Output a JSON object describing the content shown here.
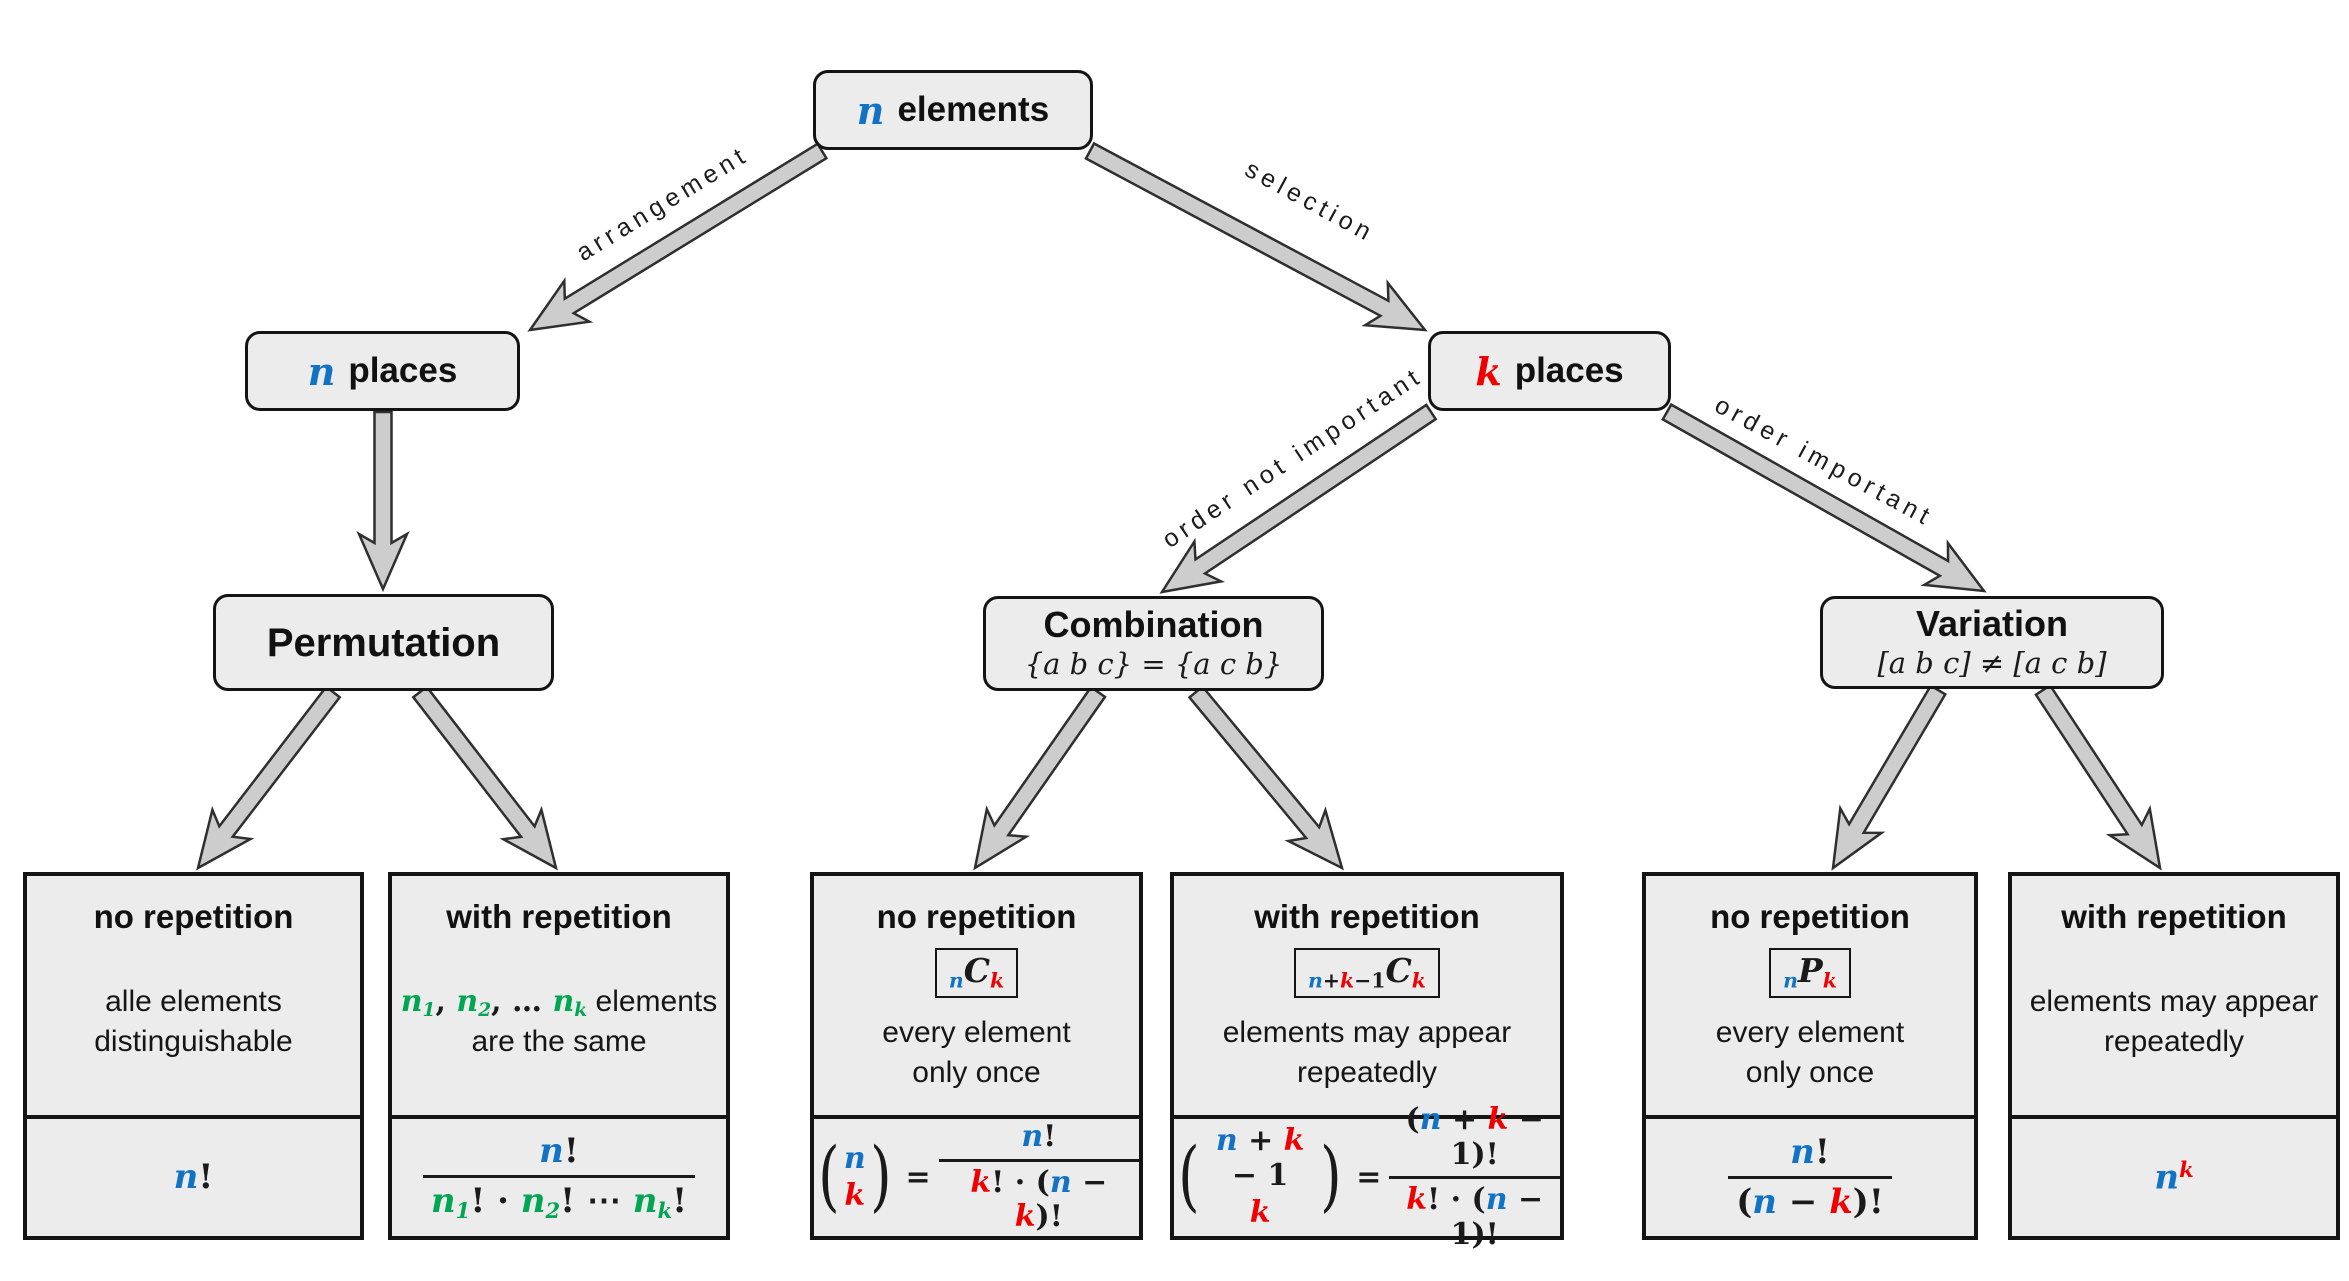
{
  "palette": {
    "blue": "#1273c4",
    "red": "#f00000",
    "green": "#00a651",
    "node_fill": "#ececec",
    "line": "#141414",
    "arrow_fill": "#cdcdcd",
    "arrow_outline": "#2f2f2f"
  },
  "nodes": {
    "root": {
      "var": "n",
      "label": "elements"
    },
    "n_places": {
      "var": "n",
      "label": "places"
    },
    "k_places": {
      "var": "k",
      "label": "places"
    },
    "permutation": {
      "title": "Permutation"
    },
    "combination": {
      "title": "Combination",
      "subtitle": "{a b c} = {a c b}"
    },
    "variation": {
      "title": "Variation",
      "subtitle": "[a b c] ≠ [a c b]"
    }
  },
  "edges": {
    "arrangement": "arrangement",
    "selection": "selection",
    "order_not_important": "order not important",
    "order_important": "order important"
  },
  "boxes": [
    {
      "title": "no repetition",
      "body": [
        "alle elements",
        "distinguishable"
      ],
      "formula_tokens": [
        [
          "n",
          "b"
        ],
        [
          "!",
          "k",
          "u"
        ]
      ]
    },
    {
      "title": "with repetition",
      "body_math": [
        [
          "n",
          "g"
        ],
        [
          "1",
          "g",
          "sub"
        ],
        [
          ", ",
          "k",
          "u"
        ],
        [
          "n",
          "g"
        ],
        [
          "2",
          "g",
          "sub"
        ],
        [
          ", … ",
          "k",
          "u"
        ],
        [
          "n",
          "g"
        ],
        [
          "k",
          "g",
          "sub"
        ]
      ],
      "body_rest": " elements",
      "body_line2": "are the same",
      "frac_num": [
        [
          "n",
          "b"
        ],
        [
          "!",
          "k",
          "u"
        ]
      ],
      "frac_den": [
        [
          "n",
          "g"
        ],
        [
          "1",
          "g",
          "sub"
        ],
        [
          "!",
          "k",
          "u"
        ],
        [
          " · ",
          "k",
          "u"
        ],
        [
          "n",
          "g"
        ],
        [
          "2",
          "g",
          "sub"
        ],
        [
          "!",
          "k",
          "u"
        ],
        [
          " ⋯ ",
          "k",
          "u"
        ],
        [
          "n",
          "g"
        ],
        [
          "k",
          "g",
          "sub"
        ],
        [
          "!",
          "k",
          "u"
        ]
      ]
    },
    {
      "title": "no repetition",
      "badge": [
        [
          "n",
          "b",
          "sub"
        ],
        [
          "C",
          "k"
        ],
        [
          "k",
          "r",
          "sub"
        ]
      ],
      "body": [
        "every element",
        "only once"
      ],
      "binom_top": [
        [
          "n",
          "b"
        ]
      ],
      "binom_bottom": [
        [
          "k",
          "r"
        ]
      ],
      "eq": "=",
      "frac_num": [
        [
          "n",
          "b"
        ],
        [
          "!",
          "k",
          "u"
        ]
      ],
      "frac_den": [
        [
          "k",
          "r"
        ],
        [
          "!",
          "k",
          "u"
        ],
        [
          " · (",
          "k",
          "u"
        ],
        [
          "n",
          "b"
        ],
        [
          " − ",
          "k",
          "u"
        ],
        [
          "k",
          "r"
        ],
        [
          ")!",
          "k",
          "u"
        ]
      ]
    },
    {
      "title": "with repetition",
      "badge": [
        [
          "n",
          "b",
          "sub"
        ],
        [
          "+",
          "k",
          "usub"
        ],
        [
          "k",
          "r",
          "sub"
        ],
        [
          "−1",
          "k",
          "usub"
        ],
        [
          "C",
          "k"
        ],
        [
          "k",
          "r",
          "sub"
        ]
      ],
      "body": [
        "elements may appear",
        "repeatedly"
      ],
      "binom_top": [
        [
          "n",
          "b"
        ],
        [
          " + ",
          "k",
          "u"
        ],
        [
          "k",
          "r"
        ],
        [
          " − 1",
          "k",
          "u"
        ]
      ],
      "binom_bottom": [
        [
          "k",
          "r"
        ]
      ],
      "eq": "=",
      "frac_num": [
        [
          "(",
          "k",
          "u"
        ],
        [
          "n",
          "b"
        ],
        [
          " + ",
          "k",
          "u"
        ],
        [
          "k",
          "r"
        ],
        [
          " − 1",
          "k",
          "u"
        ],
        [
          ")!",
          "k",
          "u"
        ]
      ],
      "frac_den": [
        [
          "k",
          "r"
        ],
        [
          "!",
          "k",
          "u"
        ],
        [
          " · (",
          "k",
          "u"
        ],
        [
          "n",
          "b"
        ],
        [
          " − 1",
          "k",
          "u"
        ],
        [
          ")!",
          "k",
          "u"
        ]
      ]
    },
    {
      "title": "no repetition",
      "badge": [
        [
          "n",
          "b",
          "sub"
        ],
        [
          "P",
          "k"
        ],
        [
          "k",
          "r",
          "sub"
        ]
      ],
      "body": [
        "every element",
        "only once"
      ],
      "frac_num": [
        [
          "n",
          "b"
        ],
        [
          "!",
          "k",
          "u"
        ]
      ],
      "frac_den": [
        [
          "(",
          "k",
          "u"
        ],
        [
          "n",
          "b"
        ],
        [
          " − ",
          "k",
          "u"
        ],
        [
          "k",
          "r"
        ],
        [
          ")!",
          "k",
          "u"
        ]
      ]
    },
    {
      "title": "with repetition",
      "body": [
        "elements may appear",
        "repeatedly"
      ],
      "formula_tokens": [
        [
          "n",
          "b"
        ],
        [
          "k",
          "r",
          "sup"
        ]
      ]
    }
  ]
}
